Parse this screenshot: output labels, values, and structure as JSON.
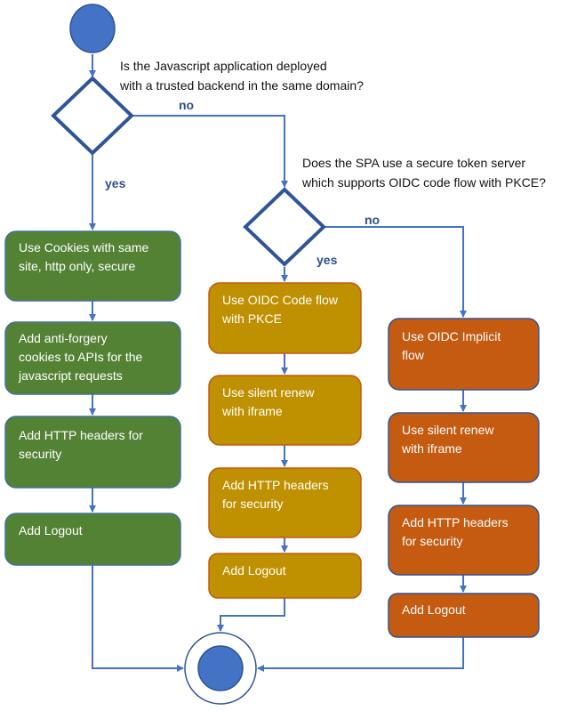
{
  "colors": {
    "flow_line": "#4472C4",
    "node": "#4472C4",
    "decision_outline": "#2F5597",
    "green": "#548235",
    "yellow": "#BF9000",
    "orange": "#C55A11"
  },
  "decision1": {
    "question": [
      "Is the Javascript application deployed",
      "with a trusted backend in the same domain?"
    ],
    "yes": "yes",
    "no": "no"
  },
  "decision2": {
    "question": [
      "Does the SPA use a secure token server",
      "which supports OIDC code flow with PKCE?"
    ],
    "yes": "yes",
    "no": "no"
  },
  "green_path": [
    [
      "Use Cookies with same",
      "site, http only, secure"
    ],
    [
      "Add anti-forgery",
      "cookies to APIs for the",
      "javascript requests"
    ],
    [
      "Add HTTP headers for",
      "security"
    ],
    [
      "Add Logout"
    ]
  ],
  "yellow_path": [
    [
      "Use OIDC Code flow",
      "with PKCE"
    ],
    [
      "Use silent renew",
      "with iframe"
    ],
    [
      "Add HTTP headers",
      "for security"
    ],
    [
      "Add Logout"
    ]
  ],
  "orange_path": [
    [
      "Use OIDC Implicit",
      "flow"
    ],
    [
      "Use silent renew",
      "with iframe"
    ],
    [
      "Add HTTP headers",
      "for security"
    ],
    [
      "Add Logout"
    ]
  ]
}
